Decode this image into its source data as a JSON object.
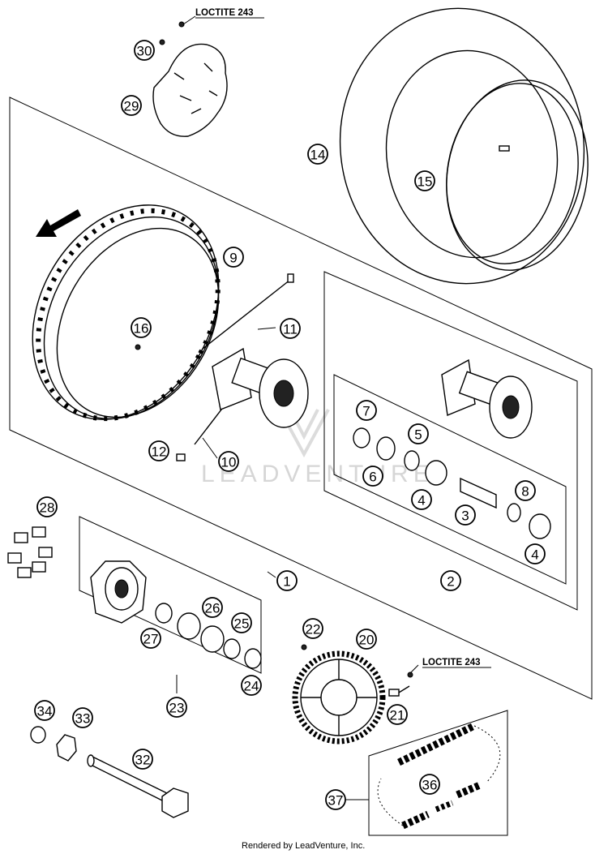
{
  "watermark": "LEADVENTURE",
  "footer": "Rendered by LeadVenture, Inc.",
  "notes": {
    "loctite_top": "LOCTITE 243",
    "loctite_bottom": "LOCTITE 243"
  },
  "callouts": {
    "c1": "1",
    "c2": "2",
    "c3": "3",
    "c4a": "4",
    "c4b": "4",
    "c5": "5",
    "c6": "6",
    "c7": "7",
    "c8": "8",
    "c9": "9",
    "c10": "10",
    "c11": "11",
    "c12": "12",
    "c14": "14",
    "c15": "15",
    "c16": "16",
    "c20": "20",
    "c21": "21",
    "c22": "22",
    "c23": "23",
    "c24": "24",
    "c25": "25",
    "c26": "26",
    "c27": "27",
    "c28": "28",
    "c29": "29",
    "c30": "30",
    "c32": "32",
    "c33": "33",
    "c34": "34",
    "c36": "36",
    "c37": "37"
  },
  "colors": {
    "line": "#000000",
    "watermark": "#d6d6d6",
    "background": "#ffffff"
  }
}
